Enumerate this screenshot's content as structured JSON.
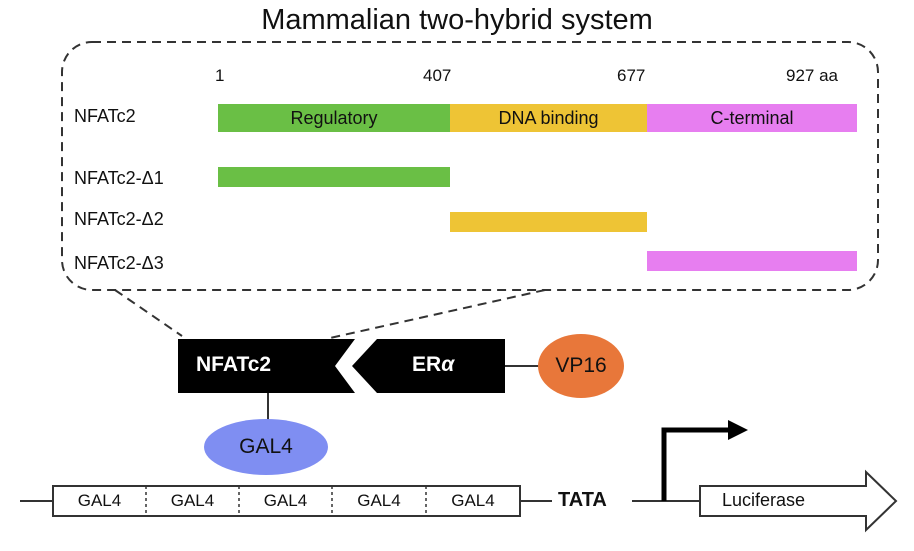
{
  "title": "Mammalian two-hybrid system",
  "ticks": [
    "1",
    "407",
    "677",
    "927 aa"
  ],
  "full_protein": {
    "label": "NFATc2",
    "domains": [
      {
        "name": "Regulatory",
        "color": "#6abf45"
      },
      {
        "name": "DNA binding",
        "color": "#eec435"
      },
      {
        "name": "C-terminal",
        "color": "#e77ef0"
      }
    ]
  },
  "constructs": [
    {
      "label": "NFATc2-Δ1",
      "color": "#6abf45"
    },
    {
      "label": "NFATc2-Δ2",
      "color": "#eec435"
    },
    {
      "label": "NFATc2-Δ3",
      "color": "#e77ef0"
    }
  ],
  "bait": {
    "label": "NFATc2"
  },
  "prey": {
    "label": "ERα",
    "label_main": "ER",
    "label_greek": "α"
  },
  "activation_domain": {
    "label": "VP16",
    "color": "#e8773a"
  },
  "dna_binding_domain": {
    "label": "GAL4",
    "color": "#7f8ef2"
  },
  "promoter": {
    "gal4_sites": [
      "GAL4",
      "GAL4",
      "GAL4",
      "GAL4",
      "GAL4"
    ],
    "tata": "TATA",
    "reporter": "Luciferase"
  }
}
